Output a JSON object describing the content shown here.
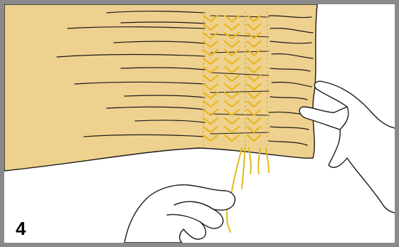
{
  "step": {
    "number": "4"
  },
  "colors": {
    "frame": "#8a8a8a",
    "fabric": "#efd18f",
    "thread": "#e7b81f",
    "outline": "#1a1a1a"
  },
  "icons": {
    "fabric": "fabric-swatch-illustration",
    "stitch": "smocking-stitch-illustration",
    "hands": "hands-illustration"
  }
}
